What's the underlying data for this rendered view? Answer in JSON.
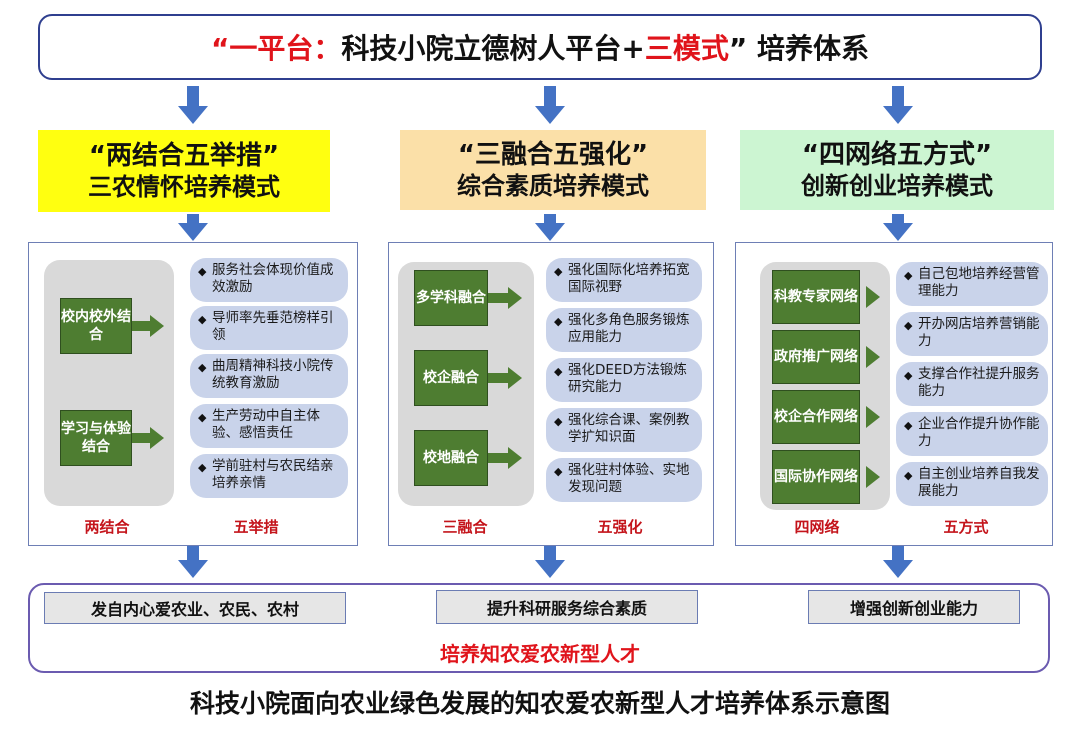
{
  "banner": {
    "part1": "“一平台：",
    "part2": "科技小院立德树人平台+",
    "part3": "三模式",
    "part4": "” 培养体系"
  },
  "modes": [
    {
      "line1": "“两结合五举措”",
      "line2": "三农情怀培养模式"
    },
    {
      "line1": "“三融合五强化”",
      "line2": "综合素质培养模式"
    },
    {
      "line1": "“四网络五方式”",
      "line2": "创新创业培养模式"
    }
  ],
  "panel1": {
    "boxes": [
      "校内校外结合",
      "学习与体验结合"
    ],
    "pills": [
      "服务社会体现价值成效激励",
      "导师率先垂范榜样引领",
      "曲周精神科技小院传统教育激励",
      "生产劳动中自主体验、感悟责任",
      "学前驻村与农民结亲培养亲情"
    ],
    "left_label": "两结合",
    "right_label": "五举措"
  },
  "panel2": {
    "boxes": [
      "多学科融合",
      "校企融合",
      "校地融合"
    ],
    "pills": [
      "强化国际化培养拓宽国际视野",
      "强化多角色服务锻炼应用能力",
      "强化DEED方法锻炼研究能力",
      "强化综合课、案例教学扩知识面",
      "强化驻村体验、实地发现问题"
    ],
    "left_label": "三融合",
    "right_label": "五强化"
  },
  "panel3": {
    "boxes": [
      "科教专家网络",
      "政府推广网络",
      "校企合作网络",
      "国际协作网络"
    ],
    "pills": [
      "自己包地培养经营管理能力",
      "开办网店培养营销能力",
      "支撑合作社提升服务能力",
      "企业合作提升协作能力",
      "自主创业培养自我发展能力"
    ],
    "left_label": "四网络",
    "right_label": "五方式"
  },
  "results": [
    "发自内心爱农业、农民、农村",
    "提升科研服务综合素质",
    "增强创新创业能力"
  ],
  "talent": "培养知农爱农新型人才",
  "caption": "科技小院面向农业绿色发展的知农爱农新型人才培养体系示意图",
  "colors": {
    "accent_red": "#e0141b",
    "arrow_blue": "#4472c4",
    "box_green": "#4e7d31",
    "pill_blue": "#c9d3ea"
  }
}
